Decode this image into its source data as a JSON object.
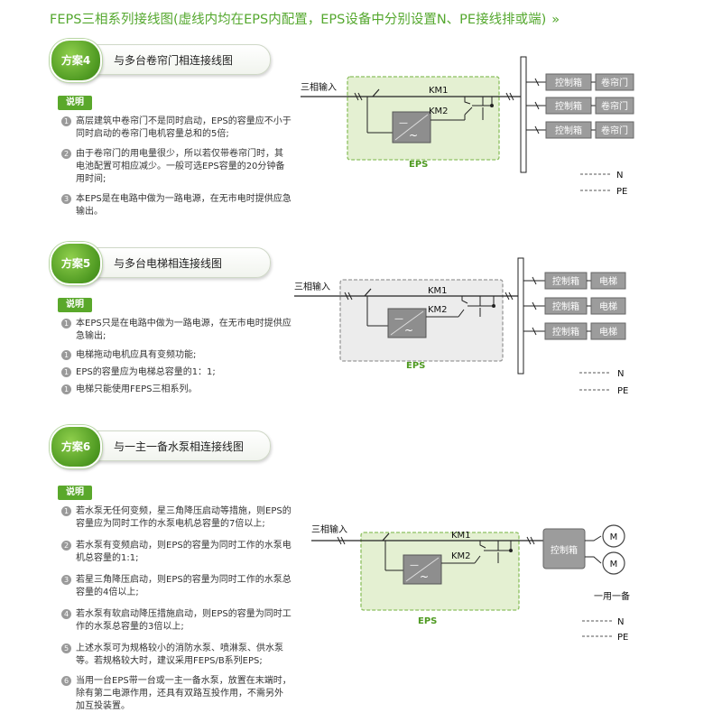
{
  "page_title": "FEPS三相系列接线图(虚线内均在EPS内配置，EPS设备中分别设置N、PE接线排或端)",
  "title_chevron": "»",
  "note_label": "说明",
  "schemes": [
    {
      "badge": "方案4",
      "title": "与多台卷帘门相连接线图",
      "notes": [
        {
          "num": "1",
          "text": "高层建筑中卷帘门不是同时启动，EPS的容量应不小于同时启动的卷帘门电机容量总和的5倍;"
        },
        {
          "num": "2",
          "text": "由于卷帘门的用电量很少，所以若仅带卷帘门时，其电池配置可相应减少。一般可选EPS容量的20分钟备用时间;"
        },
        {
          "num": "3",
          "text": "本EPS是在电路中做为一路电源，在无市电时提供应急输出。"
        }
      ],
      "diagram": {
        "input_label": "三相输入",
        "km1": "KM1",
        "km2": "KM2",
        "eps_label": "EPS",
        "box_labels": [
          "控制箱",
          "控制箱",
          "控制箱"
        ],
        "load_labels": [
          "卷帘门",
          "卷帘门",
          "卷帘门"
        ],
        "n_label": "N",
        "pe_label": "PE",
        "box_color": "#e4f0d2"
      }
    },
    {
      "badge": "方案5",
      "title": "与多台电梯相连接线图",
      "notes": [
        {
          "num": "1",
          "text": "本EPS只是在电路中做为一路电源，在无市电时提供应急输出;"
        },
        {
          "num": "1",
          "text": "电梯拖动电机应具有变频功能;"
        },
        {
          "num": "1",
          "text": "EPS的容量应为电梯总容量的1：1;"
        },
        {
          "num": "1",
          "text": "电梯只能使用FEPS三相系列。"
        }
      ],
      "diagram": {
        "input_label": "三相输入",
        "km1": "KM1",
        "km2": "KM2",
        "eps_label": "EPS",
        "box_labels": [
          "控制箱",
          "控制箱",
          "控制箱"
        ],
        "load_labels": [
          "电梯",
          "电梯",
          "电梯"
        ],
        "n_label": "N",
        "pe_label": "PE",
        "box_color": "#ececec"
      }
    },
    {
      "badge": "方案6",
      "title": "与一主一备水泵相连接线图",
      "notes": [
        {
          "num": "1",
          "text": "若水泵无任何变频，星三角降压启动等措施，则EPS的容量应为同时工作的水泵电机总容量的7倍以上;"
        },
        {
          "num": "2",
          "text": "若水泵有变频启动，则EPS的容量为同时工作的水泵电机总容量的1:1;"
        },
        {
          "num": "3",
          "text": "若星三角降压启动，则EPS的容量为同时工作的水泵总容量的4倍以上;"
        },
        {
          "num": "4",
          "text": "若水泵有软启动降压措施启动，则EPS的容量为同时工作的水泵总容量的3倍以上;"
        },
        {
          "num": "5",
          "text": "上述水泵可为规格较小的消防水泵、喷淋泵、供水泵等。若规格较大时，建议采用FEPS/B系列EPS;"
        },
        {
          "num": "6",
          "text": "当用一台EPS带一台或一主一备水泵，放置在末端时，除有第二电源作用，还具有双路互投作用，不需另外加互投装置。"
        }
      ],
      "diagram": {
        "input_label": "三相输入",
        "km1": "KM1",
        "km2": "KM2",
        "eps_label": "EPS",
        "box_label": "控制箱",
        "motor_labels": [
          "M",
          "M"
        ],
        "caption": "一用一备",
        "n_label": "N",
        "pe_label": "PE",
        "box_color": "#e4f0d2"
      }
    }
  ]
}
